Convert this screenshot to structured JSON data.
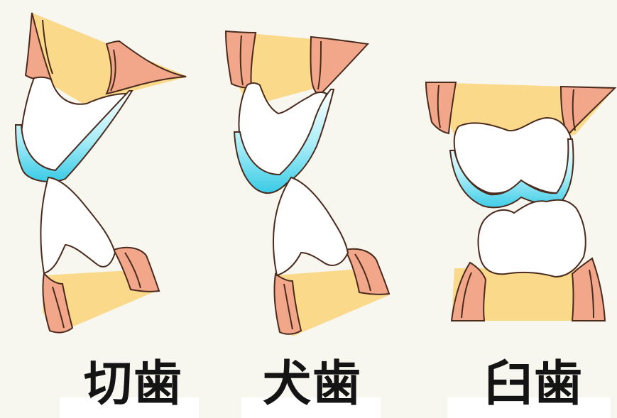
{
  "labels": {
    "incisor": "切歯",
    "canine": "犬歯",
    "molar": "臼歯"
  },
  "colors": {
    "gum": "#f3a78a",
    "bone": "#fbd98a",
    "enamel_cap": "#5fd6ee",
    "tooth": "#ffffff",
    "outline": "#4a2b1e",
    "background": "#f7f6ef"
  }
}
